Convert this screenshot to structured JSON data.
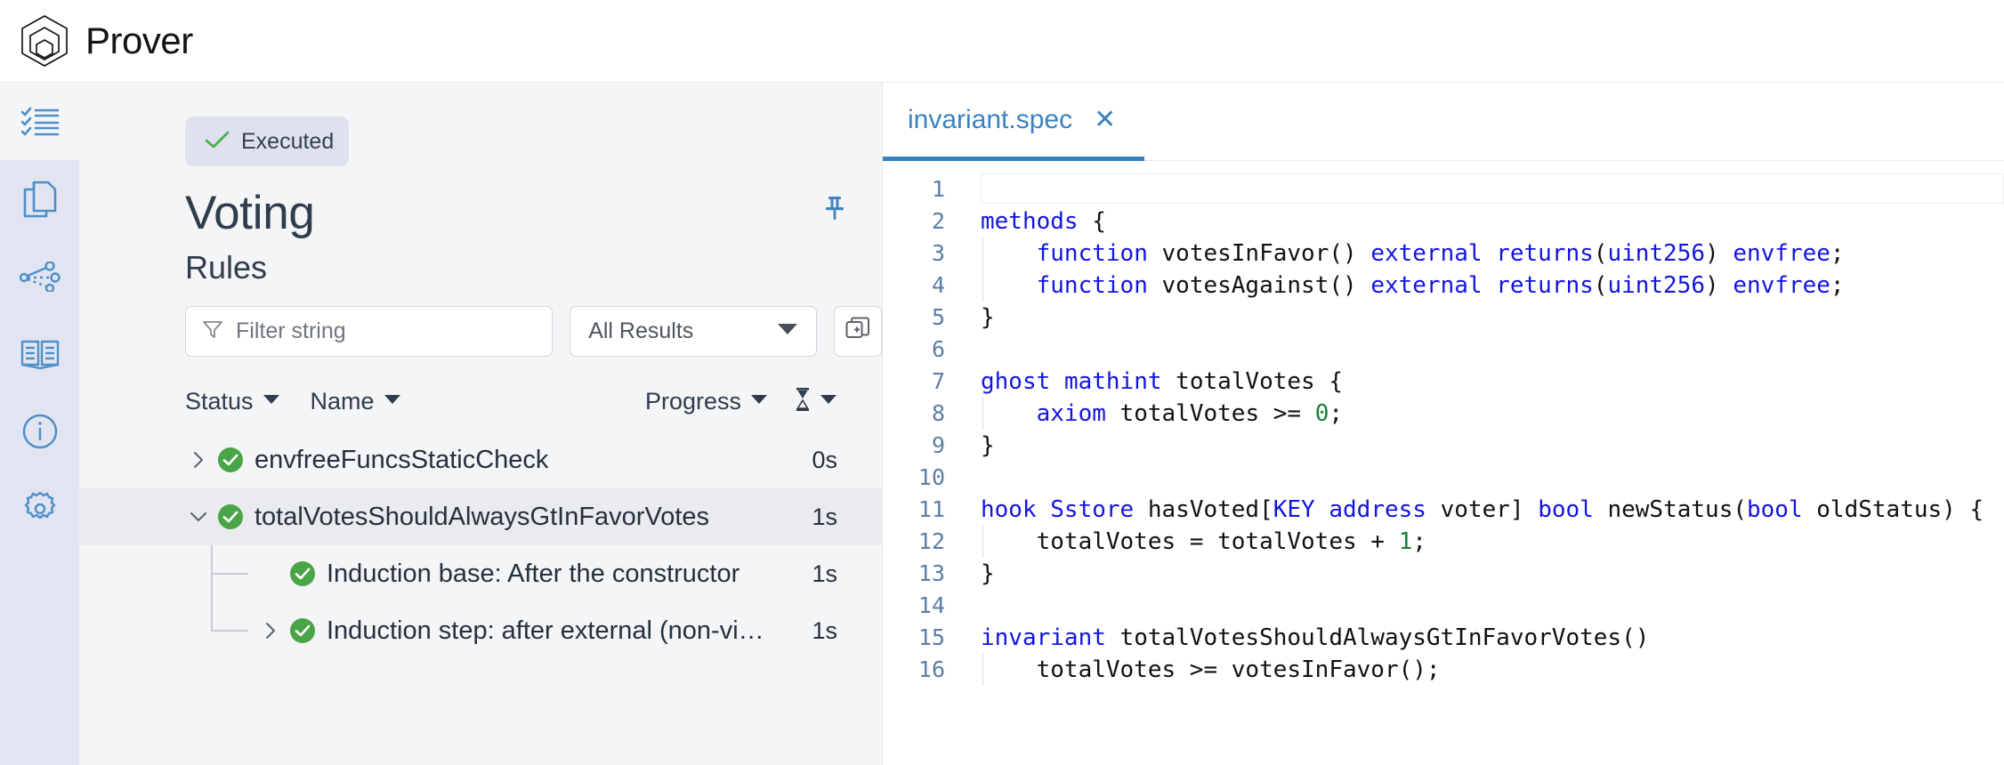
{
  "brand": {
    "name": "Prover",
    "logo_icon": "hexagon-logo-icon"
  },
  "rail": {
    "items": [
      {
        "name": "rules-list",
        "icon": "checklist-icon",
        "active": true
      },
      {
        "name": "files",
        "icon": "copy-files-icon",
        "active": false
      },
      {
        "name": "call-graph",
        "icon": "network-graph-icon",
        "active": false
      },
      {
        "name": "documentation",
        "icon": "book-icon",
        "active": false
      },
      {
        "name": "info",
        "icon": "info-circle-icon",
        "active": false
      },
      {
        "name": "settings",
        "icon": "gear-icon",
        "active": false
      }
    ]
  },
  "left_panel": {
    "pin_icon": "pushpin-icon",
    "status": {
      "label": "Executed",
      "icon": "check-icon",
      "color": "#4caf50",
      "background": "#dfe2ee"
    },
    "title": "Voting",
    "section": "Rules",
    "filter": {
      "placeholder": "Filter string",
      "value": "",
      "icon": "funnel-icon"
    },
    "results_select": {
      "value": "All Results",
      "icon": "chevron-down-icon"
    },
    "copy_button": {
      "icon": "add-to-compare-icon"
    },
    "columns": [
      {
        "label": "Status",
        "sort_icon": "caret-down-icon"
      },
      {
        "label": "Name",
        "sort_icon": "caret-down-icon"
      },
      {
        "label": "Progress",
        "sort_icon": "caret-down-icon"
      },
      {
        "label": "",
        "icon": "hourglass-icon",
        "sort_icon": "caret-down-icon"
      }
    ],
    "rows": [
      {
        "name": "envfreeFuncsStaticCheck",
        "duration": "0s",
        "status_icon": "check-circle-icon",
        "expanded": false,
        "has_children": true,
        "depth": 1,
        "selected": false
      },
      {
        "name": "totalVotesShouldAlwaysGtInFavorVotes",
        "duration": "1s",
        "status_icon": "check-circle-icon",
        "expanded": true,
        "has_children": true,
        "depth": 1,
        "selected": true
      },
      {
        "name": "Induction base: After the constructor",
        "duration": "1s",
        "status_icon": "check-circle-icon",
        "expanded": false,
        "has_children": false,
        "depth": 2,
        "selected": false
      },
      {
        "name": "Induction step: after external (non-vi…",
        "duration": "1s",
        "status_icon": "check-circle-icon",
        "expanded": false,
        "has_children": true,
        "depth": 2,
        "selected": false
      }
    ]
  },
  "right_panel": {
    "tabs": [
      {
        "label": "invariant.spec",
        "close_icon": "close-icon",
        "active": true
      }
    ],
    "editor": {
      "accent": "#3b83c0",
      "keyword_color": "#1414e0",
      "number_color": "#1a7f37",
      "lines": [
        {
          "n": "1",
          "tokens": []
        },
        {
          "n": "2",
          "tokens": [
            {
              "t": "methods",
              "c": "kw"
            },
            {
              "t": " {",
              "c": "pl"
            }
          ]
        },
        {
          "n": "3",
          "indent": 1,
          "tokens": [
            {
              "t": "    ",
              "c": "pl"
            },
            {
              "t": "function",
              "c": "kw"
            },
            {
              "t": " votesInFavor() ",
              "c": "pl"
            },
            {
              "t": "external",
              "c": "kw"
            },
            {
              "t": " ",
              "c": "pl"
            },
            {
              "t": "returns",
              "c": "kw"
            },
            {
              "t": "(",
              "c": "pl"
            },
            {
              "t": "uint256",
              "c": "kw"
            },
            {
              "t": ") ",
              "c": "pl"
            },
            {
              "t": "envfree",
              "c": "kw"
            },
            {
              "t": ";",
              "c": "pl"
            }
          ]
        },
        {
          "n": "4",
          "indent": 1,
          "tokens": [
            {
              "t": "    ",
              "c": "pl"
            },
            {
              "t": "function",
              "c": "kw"
            },
            {
              "t": " votesAgainst() ",
              "c": "pl"
            },
            {
              "t": "external",
              "c": "kw"
            },
            {
              "t": " ",
              "c": "pl"
            },
            {
              "t": "returns",
              "c": "kw"
            },
            {
              "t": "(",
              "c": "pl"
            },
            {
              "t": "uint256",
              "c": "kw"
            },
            {
              "t": ") ",
              "c": "pl"
            },
            {
              "t": "envfree",
              "c": "kw"
            },
            {
              "t": ";",
              "c": "pl"
            }
          ]
        },
        {
          "n": "5",
          "tokens": [
            {
              "t": "}",
              "c": "pl"
            }
          ]
        },
        {
          "n": "6",
          "tokens": []
        },
        {
          "n": "7",
          "tokens": [
            {
              "t": "ghost",
              "c": "kw"
            },
            {
              "t": " ",
              "c": "pl"
            },
            {
              "t": "mathint",
              "c": "kw"
            },
            {
              "t": " totalVotes {",
              "c": "pl"
            }
          ]
        },
        {
          "n": "8",
          "indent": 1,
          "tokens": [
            {
              "t": "    ",
              "c": "pl"
            },
            {
              "t": "axiom",
              "c": "kw"
            },
            {
              "t": " totalVotes >= ",
              "c": "pl"
            },
            {
              "t": "0",
              "c": "num"
            },
            {
              "t": ";",
              "c": "pl"
            }
          ]
        },
        {
          "n": "9",
          "tokens": [
            {
              "t": "}",
              "c": "pl"
            }
          ]
        },
        {
          "n": "10",
          "tokens": []
        },
        {
          "n": "11",
          "tokens": [
            {
              "t": "hook",
              "c": "kw"
            },
            {
              "t": " ",
              "c": "pl"
            },
            {
              "t": "Sstore",
              "c": "kw"
            },
            {
              "t": " hasVoted[",
              "c": "pl"
            },
            {
              "t": "KEY",
              "c": "kw"
            },
            {
              "t": " ",
              "c": "pl"
            },
            {
              "t": "address",
              "c": "kw"
            },
            {
              "t": " voter] ",
              "c": "pl"
            },
            {
              "t": "bool",
              "c": "kw"
            },
            {
              "t": " newStatus(",
              "c": "pl"
            },
            {
              "t": "bool",
              "c": "kw"
            },
            {
              "t": " oldStatus) {",
              "c": "pl"
            }
          ]
        },
        {
          "n": "12",
          "indent": 1,
          "tokens": [
            {
              "t": "    totalVotes = totalVotes + ",
              "c": "pl"
            },
            {
              "t": "1",
              "c": "num"
            },
            {
              "t": ";",
              "c": "pl"
            }
          ]
        },
        {
          "n": "13",
          "tokens": [
            {
              "t": "}",
              "c": "pl"
            }
          ]
        },
        {
          "n": "14",
          "tokens": []
        },
        {
          "n": "15",
          "tokens": [
            {
              "t": "invariant",
              "c": "kw"
            },
            {
              "t": " totalVotesShouldAlwaysGtInFavorVotes()",
              "c": "pl"
            }
          ]
        },
        {
          "n": "16",
          "indent": 1,
          "tokens": [
            {
              "t": "    totalVotes >= votesInFavor();",
              "c": "pl"
            }
          ]
        }
      ]
    }
  }
}
